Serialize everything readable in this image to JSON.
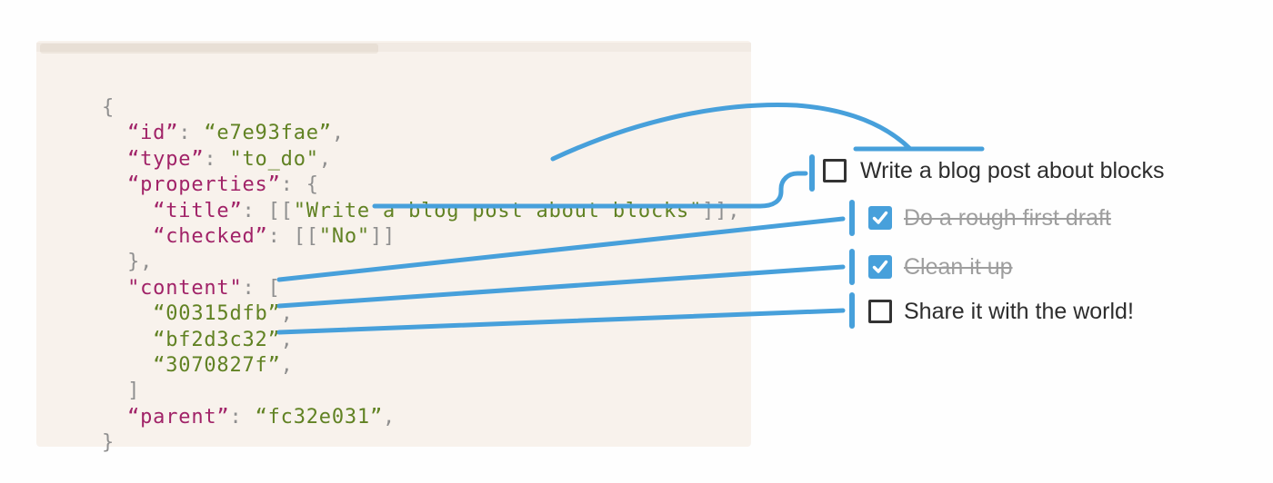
{
  "colors": {
    "accent": "#47a0db",
    "panel_bg": "#f8f2ec",
    "key": "#a12368",
    "string": "#618223",
    "punctuation": "#8f8f8f",
    "text_dark": "#2d2d2d",
    "text_done": "#9e9e9e",
    "checkbox_border": "#333333",
    "page_bg": "#fefefe"
  },
  "code": {
    "lines": [
      {
        "tokens": [
          {
            "t": "{",
            "c": "p"
          }
        ]
      },
      {
        "tokens": [
          {
            "t": "  ",
            "c": "p"
          },
          {
            "t": "“id”",
            "c": "k"
          },
          {
            "t": ": ",
            "c": "p"
          },
          {
            "t": "“e7e93fae”",
            "c": "s"
          },
          {
            "t": ",",
            "c": "p"
          }
        ]
      },
      {
        "tokens": [
          {
            "t": "  ",
            "c": "p"
          },
          {
            "t": "“type”",
            "c": "k"
          },
          {
            "t": ": ",
            "c": "p"
          },
          {
            "t": "\"to_do\"",
            "c": "s"
          },
          {
            "t": ",",
            "c": "p"
          }
        ]
      },
      {
        "tokens": [
          {
            "t": "  ",
            "c": "p"
          },
          {
            "t": "“properties”",
            "c": "k"
          },
          {
            "t": ": ",
            "c": "p"
          },
          {
            "t": "{",
            "c": "p"
          }
        ]
      },
      {
        "tokens": [
          {
            "t": "    ",
            "c": "p"
          },
          {
            "t": "“title”",
            "c": "k"
          },
          {
            "t": ": ",
            "c": "p"
          },
          {
            "t": "[[",
            "c": "p"
          },
          {
            "t": "\"Write a blog post about blocks\"",
            "c": "s"
          },
          {
            "t": "]],",
            "c": "p"
          }
        ]
      },
      {
        "tokens": [
          {
            "t": "    ",
            "c": "p"
          },
          {
            "t": "“checked”",
            "c": "k"
          },
          {
            "t": ": ",
            "c": "p"
          },
          {
            "t": "[[",
            "c": "p"
          },
          {
            "t": "\"No\"",
            "c": "s"
          },
          {
            "t": "]]",
            "c": "p"
          }
        ]
      },
      {
        "tokens": [
          {
            "t": "  },",
            "c": "p"
          }
        ]
      },
      {
        "tokens": [
          {
            "t": "  ",
            "c": "p"
          },
          {
            "t": "\"content\"",
            "c": "k"
          },
          {
            "t": ": ",
            "c": "p"
          },
          {
            "t": "[",
            "c": "p"
          }
        ]
      },
      {
        "tokens": [
          {
            "t": "    ",
            "c": "p"
          },
          {
            "t": "“00315dfb”",
            "c": "s"
          },
          {
            "t": ",",
            "c": "p"
          }
        ]
      },
      {
        "tokens": [
          {
            "t": "    ",
            "c": "p"
          },
          {
            "t": "“bf2d3c32”",
            "c": "s"
          },
          {
            "t": ",",
            "c": "p"
          }
        ]
      },
      {
        "tokens": [
          {
            "t": "    ",
            "c": "p"
          },
          {
            "t": "“3070827f”",
            "c": "s"
          },
          {
            "t": ",",
            "c": "p"
          }
        ]
      },
      {
        "tokens": [
          {
            "t": "  ]",
            "c": "p"
          }
        ]
      },
      {
        "tokens": [
          {
            "t": "  ",
            "c": "p"
          },
          {
            "t": "“parent”",
            "c": "k"
          },
          {
            "t": ": ",
            "c": "p"
          },
          {
            "t": "“fc32e031”",
            "c": "s"
          },
          {
            "t": ",",
            "c": "p"
          }
        ]
      },
      {
        "tokens": [
          {
            "t": "}",
            "c": "p"
          }
        ]
      }
    ]
  },
  "todo": {
    "items": [
      {
        "label": "Write a blog post about blocks",
        "checked": false,
        "completed": false
      },
      {
        "label": "Do a rough first draft",
        "checked": true,
        "completed": true
      },
      {
        "label": "Clean it up",
        "checked": true,
        "completed": true
      },
      {
        "label": "Share it with the world!",
        "checked": false,
        "completed": false
      }
    ]
  },
  "connectors": [
    {
      "from": "properties.title value",
      "to": "label of item 1"
    },
    {
      "from": "properties.checked value",
      "to": "checkbox of item 1"
    },
    {
      "from": "content id 00315dfb",
      "to": "checkbox of item 2"
    },
    {
      "from": "content id bf2d3c32",
      "to": "checkbox of item 3"
    },
    {
      "from": "content id 3070827f",
      "to": "checkbox of item 4"
    }
  ]
}
